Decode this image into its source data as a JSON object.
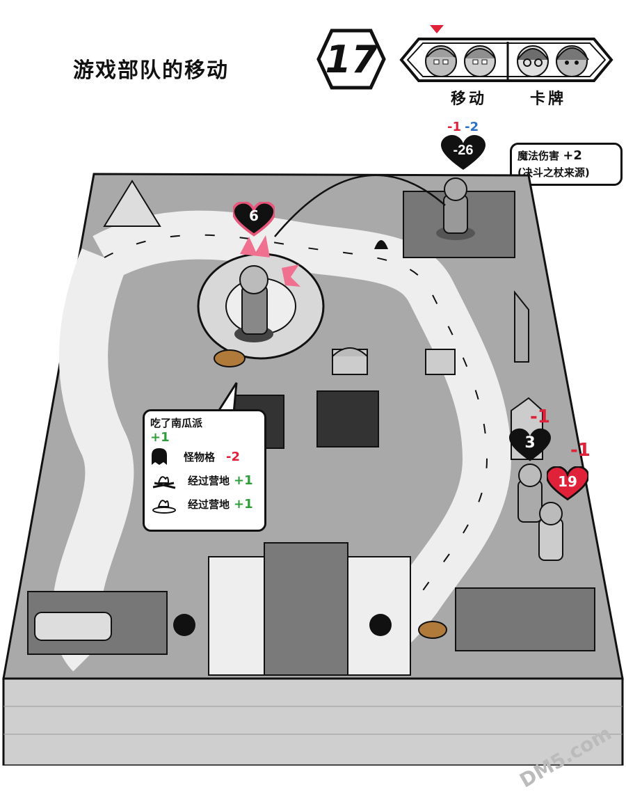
{
  "header": {
    "title": "游戏部队的移动",
    "turn_number": "17"
  },
  "turn_order": {
    "move_label": "移动",
    "card_label": "卡牌",
    "active_marker_color": "#e0213a"
  },
  "enemy_status": {
    "hp": "-26",
    "mod_red": "-1",
    "mod_blue": "-2"
  },
  "magic_callout": {
    "line1": "魔法伤害",
    "line1_value": "+2",
    "line2": "(决斗之杖来源)"
  },
  "board_markers": {
    "pink_heart": "6",
    "tower_heart": "3",
    "tower_mod": "-1",
    "party_heart": "19",
    "party_mod": "-1"
  },
  "event_bubble": {
    "heading": "吃了南瓜派",
    "heading_value": "+1",
    "items": [
      {
        "icon": "ghost-icon",
        "label": "怪物格",
        "value": "-2",
        "color": "#e0213a"
      },
      {
        "icon": "campfire-icon",
        "label": "经过营地",
        "value": "+1",
        "color": "#2e9e3a"
      },
      {
        "icon": "campfire-icon",
        "label": "经过营地",
        "value": "+1",
        "color": "#2e9e3a"
      }
    ]
  },
  "colors": {
    "positive": "#2e9e3a",
    "negative": "#e0213a",
    "blue": "#2a6fc9",
    "board_gray": "#8a8a8a",
    "board_light": "#c9c9c9"
  },
  "watermark": "DM5.com"
}
